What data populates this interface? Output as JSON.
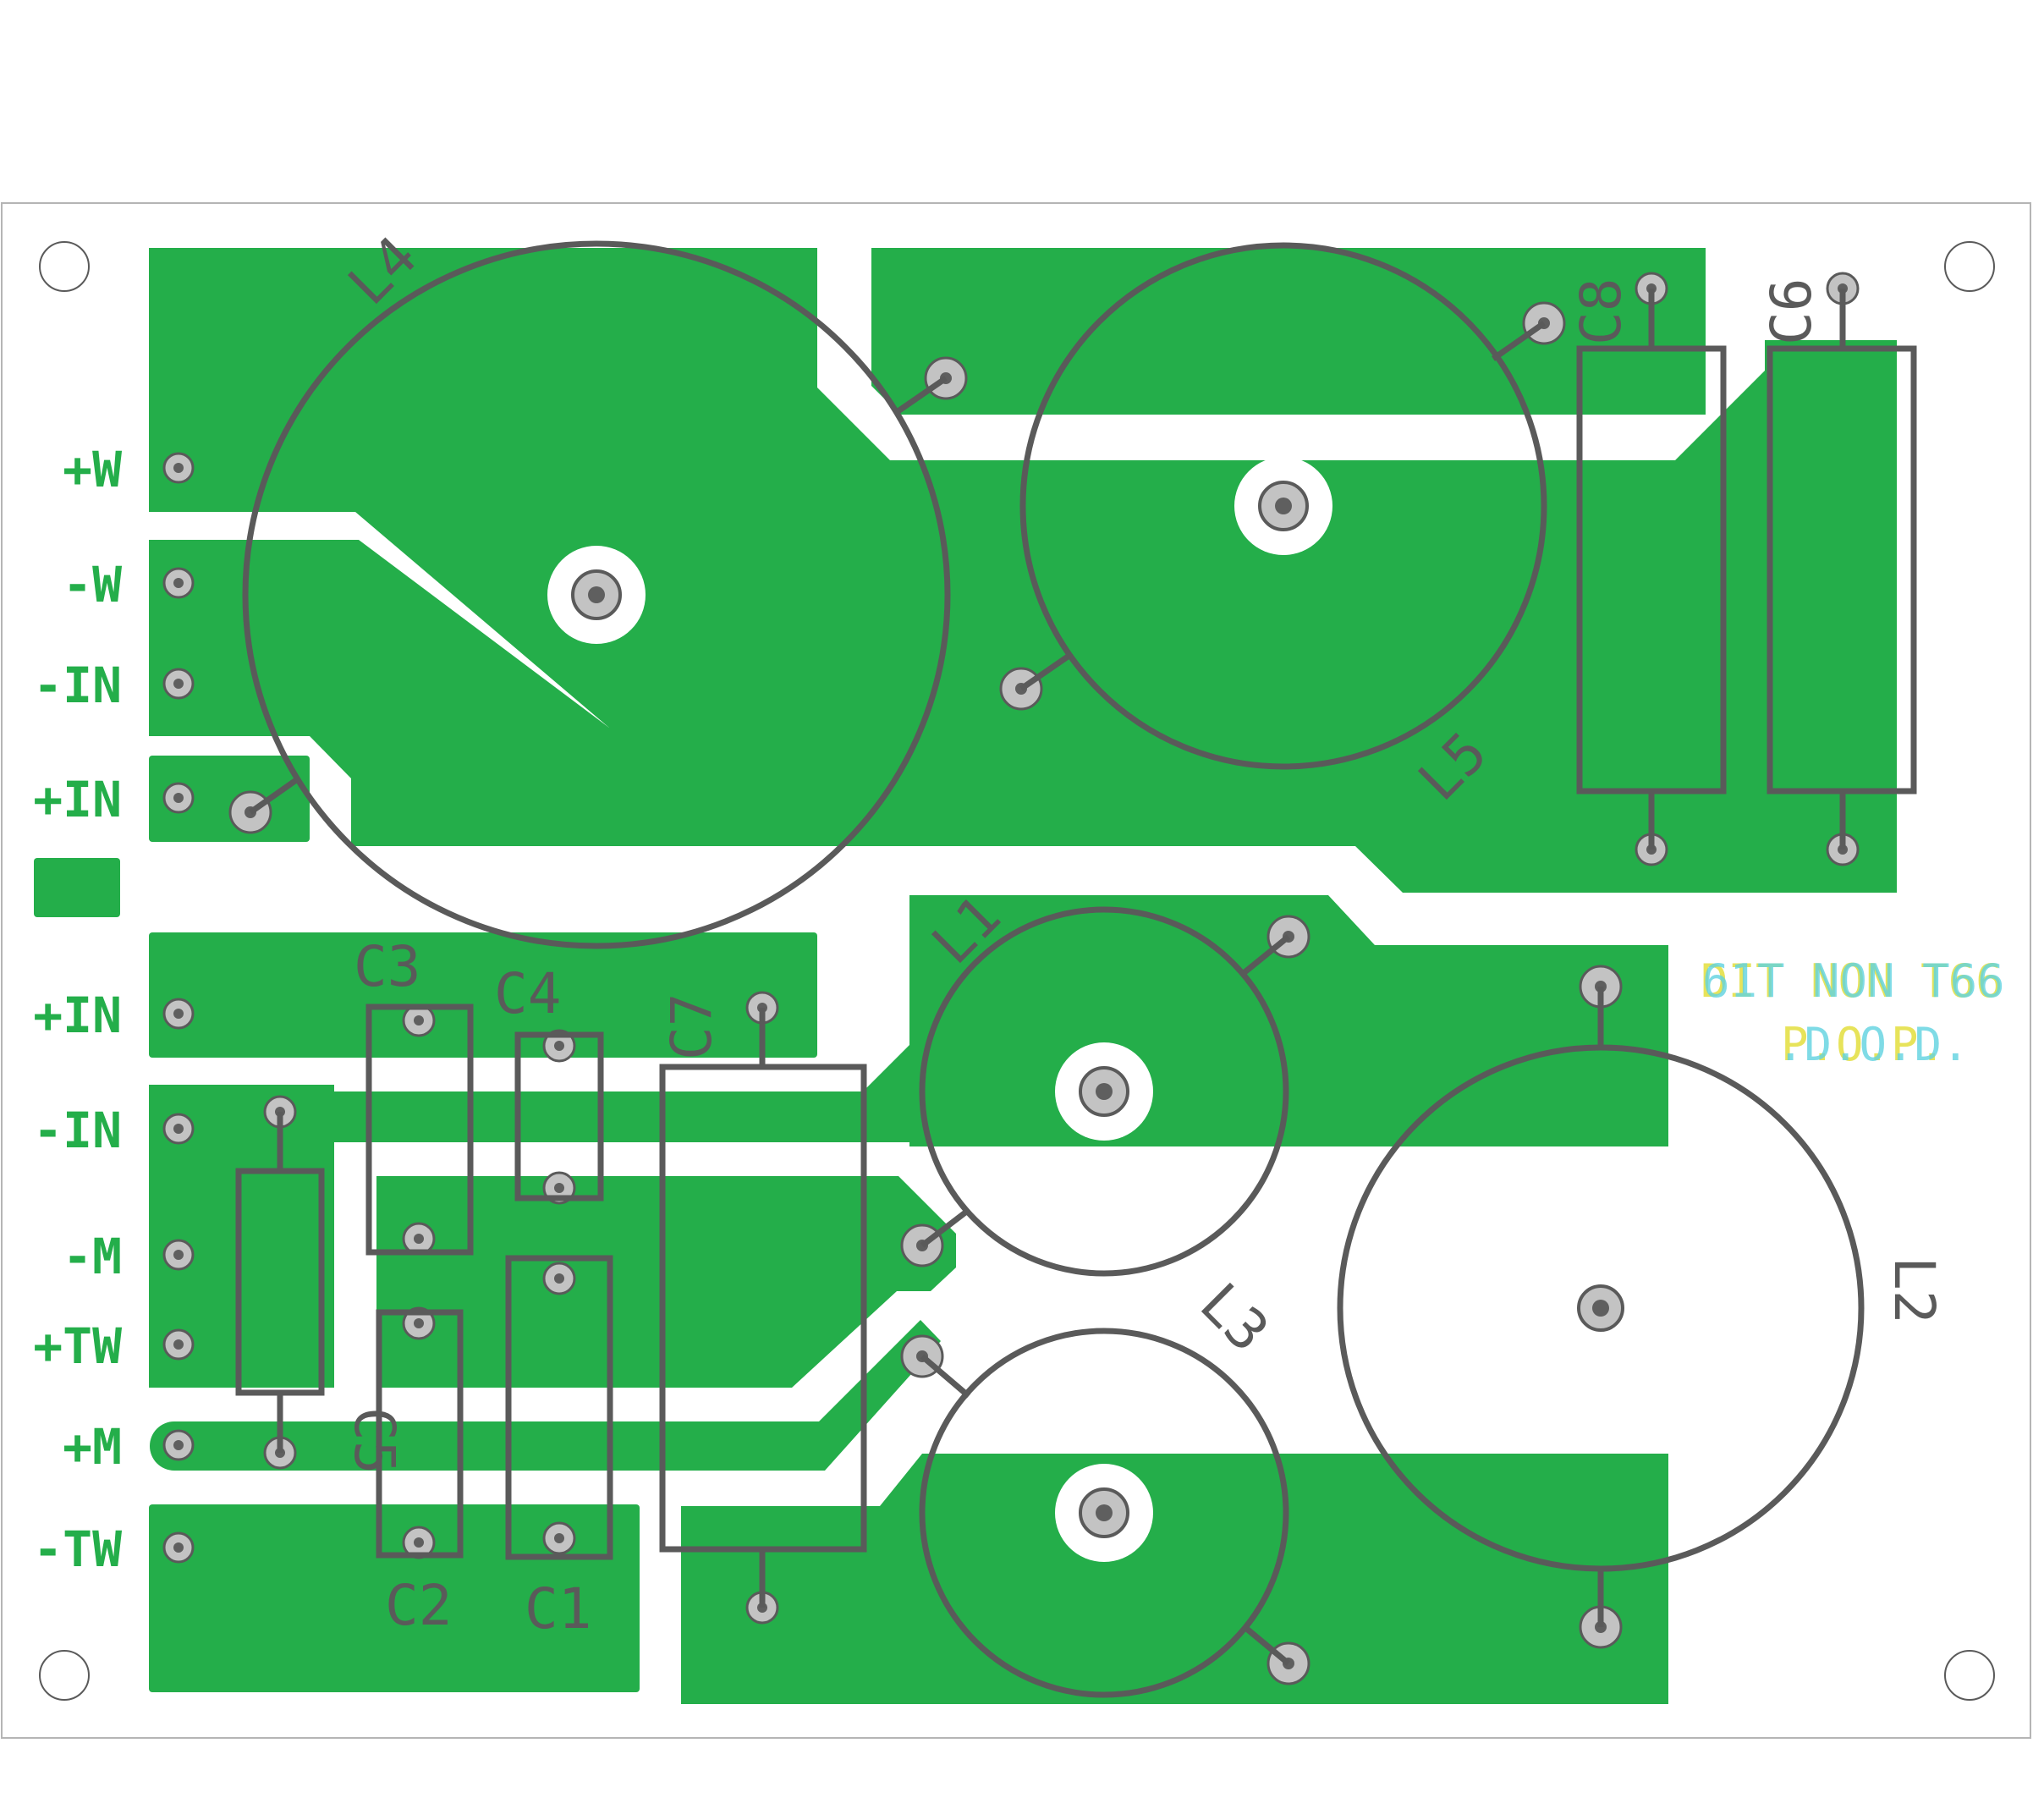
{
  "colors": {
    "background": "#ffffff",
    "board_outline": "#b5b5b5",
    "copper": "#24ae4a",
    "silkscreen": "#5a5a5a",
    "pad": "#c3c3c3",
    "drill": "#5f5f5f",
    "connector_text": "#24ae4a",
    "layer_text_a": "#e7e35a",
    "layer_text_b": "#5fd2e0"
  },
  "connector_labels": [
    "+W",
    "-W",
    "-IN",
    "+IN",
    "+IN",
    "-IN",
    "-M",
    "+TW",
    "+M",
    "-TW"
  ],
  "component_refs": {
    "L1": "L1",
    "L2": "L2",
    "L3": "L3",
    "L4": "L4",
    "L5": "L5",
    "C1": "C1",
    "C2": "C2",
    "C3": "C3",
    "C4": "C4",
    "C5": "C5",
    "C6": "C6",
    "C7": "C7",
    "C8": "C8"
  },
  "board_marking": {
    "line1_layer_a": "DIT NON T66",
    "line1_layer_b": "61T NON T66",
    "line2_layer_a": "P.O.P.",
    "line2_layer_b": ".D.O.D."
  },
  "mounting_holes": 4
}
